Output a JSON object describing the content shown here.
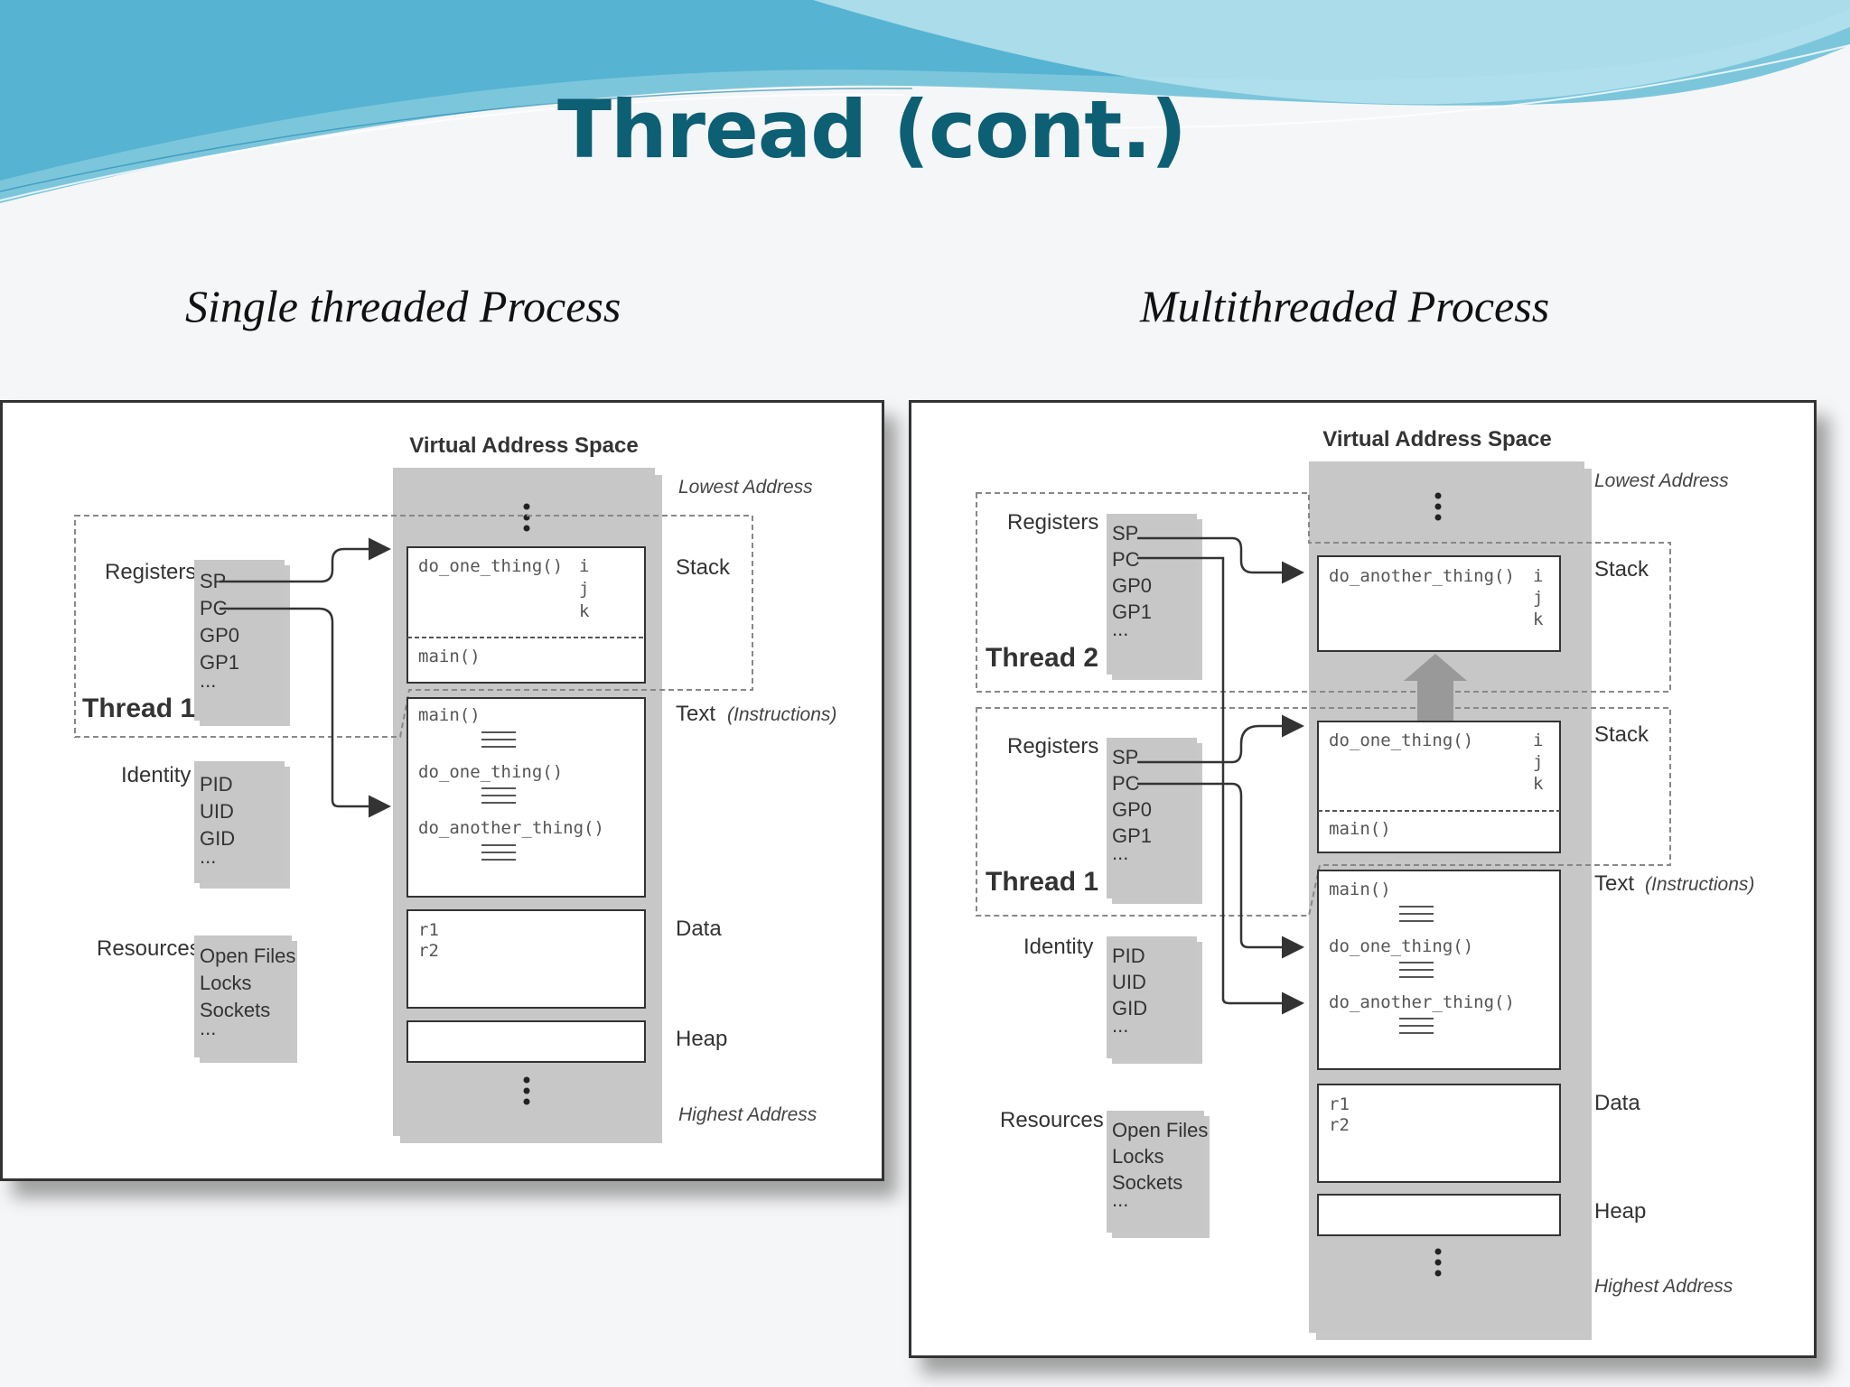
{
  "slide": {
    "title": "Thread (cont.)",
    "left_caption": "Single threaded Process",
    "right_caption": "Multithreaded Process"
  },
  "colors": {
    "title": "#0d5f73",
    "wave_dark": "#3fa6c8",
    "wave_light": "#9fd8e6",
    "box_gray": "#c7c7c7"
  },
  "diagram_common": {
    "vas_title": "Virtual Address Space",
    "lowest": "Lowest Address",
    "highest": "Highest Address",
    "stack": "Stack",
    "text": "Text",
    "instructions": "(Instructions)",
    "data": "Data",
    "heap": "Heap",
    "registers": "Registers",
    "identity": "Identity",
    "resources": "Resources",
    "reg_sp": "SP",
    "reg_pc": "PC",
    "reg_gp0": "GP0",
    "reg_gp1": "GP1",
    "pid": "PID",
    "uid": "UID",
    "gid": "GID",
    "open_files": "Open Files",
    "locks": "Locks",
    "sockets": "Sockets",
    "ellipsis": "...",
    "fn_one": "do_one_thing()",
    "fn_another": "do_another_thing()",
    "fn_main": "main()",
    "var_i": "i",
    "var_j": "j",
    "var_k": "k",
    "var_r1": "r1",
    "var_r2": "r2"
  },
  "single": {
    "thread_label": "Thread 1"
  },
  "multi": {
    "thread2_label": "Thread 2",
    "thread1_label": "Thread 1"
  }
}
